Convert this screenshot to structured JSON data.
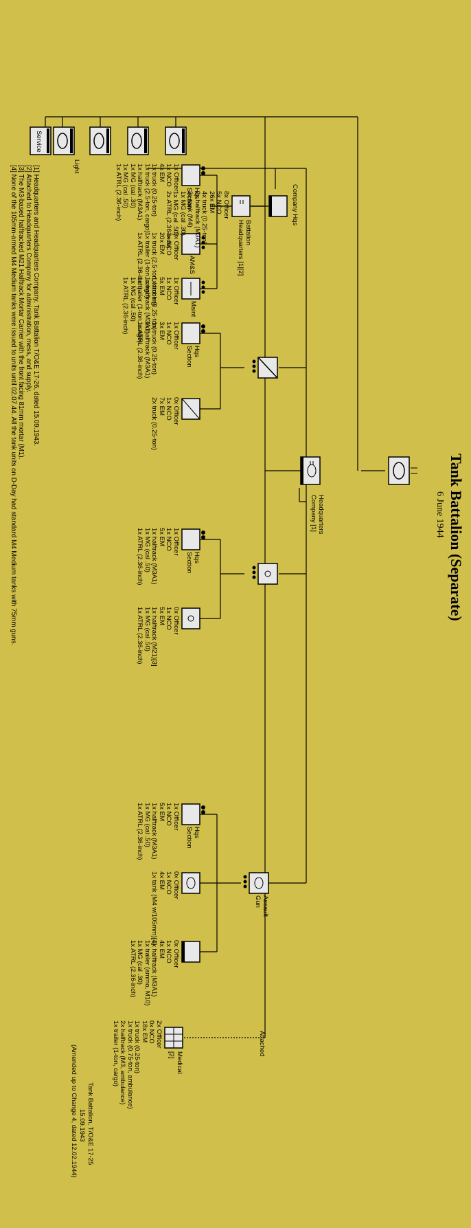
{
  "header": {
    "title": "Tank Battalion (Separate)",
    "date": "6 June 1944",
    "toe": "Tank Battalion, T/O&E 17-25",
    "toe_date": "15.09.1943",
    "amended": "(Amended up to Change 4, dated 12.02.1944)"
  },
  "units": {
    "attached": "Attached",
    "medical_label": "Medical",
    "medical_note": "[2]",
    "medical_personnel": [
      "2x Officer",
      "0x NCO",
      "18x EM"
    ],
    "medical_equipment": [
      "1x truck (0.25-ton)",
      "1x truck (0.75-ton, ambulance)",
      "2x halftrack (M3, ambulance)",
      "1x trailer (1-ton, cargo)"
    ],
    "hq_company_label": "Headquarters\nCompany [1]",
    "light_label": "Light",
    "service_label": "Service",
    "battalion_hq_label": "Battalion\nHeadquarters [1][2]",
    "battalion_hq_personnel": [
      "8x Officer",
      "5x NCO",
      "26x EM"
    ],
    "battalion_hq_equipment": [
      "4x truck (0.25-ton)",
      "2x halftrack (M3A1)",
      "3x tank (M4)",
      "1x MG (cal .30)",
      "1x MG (cal .50)",
      "2x ATRL (2.36-inch)"
    ],
    "company_hqs_label": "Company Hqs",
    "hqs_section_label": "Hqs\nSection",
    "company_hqs_section_lines": [
      "1x Officer",
      "1x NCO",
      "4x EM",
      "1x truck (0.25-ton)",
      "1x truck (2.5-ton, cargo)",
      "1x halftrack (M3A1)",
      "1x MG (cal .30)",
      "1x MG (cal .50)",
      "1x ATRL (2.36-inch)"
    ],
    "ams_label": "AM&S",
    "ams_lines": [
      "0x Officer",
      "3x NCO",
      "20x EM",
      "1x truck (2.5-ton, kitchen)",
      "1x trailer (1-ton, cargo)",
      "1x ATRL (2.36-inch)"
    ],
    "maint_label": "Maint",
    "maint_lines": [
      "1x Officer",
      "1x NCO",
      "5x EM",
      "1x truck (0.25-ton)",
      "1x halftrack (M3A1)",
      "1x trailer (1-ton, cargo)",
      "1x MG (cal .50)",
      "1x ATRL (2.36-inch)"
    ],
    "recon_hqs_lines": [
      "1x Officer",
      "1x NCO",
      "3x EM",
      "1x truck (0.25-ton)",
      "1x halftrack (M3A1)",
      "1x ATRL (2.36-inch)"
    ],
    "recon_plt_lines": [
      "0x Officer",
      "1x NCO",
      "7x EM",
      "2x truck (0.25-ton)"
    ],
    "mortar_hqs_lines": [
      "1x Officer",
      "1x NCO",
      "5x EM",
      "1x halftrack (M3A1)",
      "1x MG (cal .50)",
      "1x ATRL (2.36-inch)"
    ],
    "mortar_plt_lines": [
      "0x Officer",
      "1x NCO",
      "5x EM",
      "1x halftrack (M21)[3]",
      "1x MG (cal .50)",
      "1x ATRL (2.36-inch)"
    ],
    "assault_gun_label": "Assault\nGun",
    "ag_hqs_lines": [
      "1x Officer",
      "1x NCO",
      "5x EM",
      "1x halftrack (M3A1)",
      "1x MG (cal .50)",
      "1x ATRL (2.36-inch)"
    ],
    "ag_tank_lines": [
      "0x Officer",
      "1x NCO",
      "4x EM",
      "1x tank (M4 w/105mm)[4]"
    ],
    "ag_ammo_lines": [
      "0x Officer",
      "1x NCO",
      "4x EM",
      "1x halftrack (M3A1)",
      "1x trailer (ammo, M10)",
      "1x MG (cal .30)",
      "1x ATRL (2.36-inch)"
    ]
  },
  "footnotes": [
    "[1] Headquarters and Headquarters Company, Tank Battalion T/O&E 17-26, dated 15.09.1943.",
    "[2] Attached to Headquarters Company for administration, mess, and supply.",
    "[3] The M3-based halftracked M21 Halftrack Mortar Carrier with the front facing 81mm mortar (M1).",
    "[4] None of the 105mm-armed M4 Medium tanks were issued to units until 02.07.44. All the tank units on D-Day had standard M4 Medium tanks with 75mm guns."
  ],
  "colors": {
    "background": "#d1bf4b",
    "ink": "#000000",
    "symbol_fill": "#e8e8e8"
  }
}
